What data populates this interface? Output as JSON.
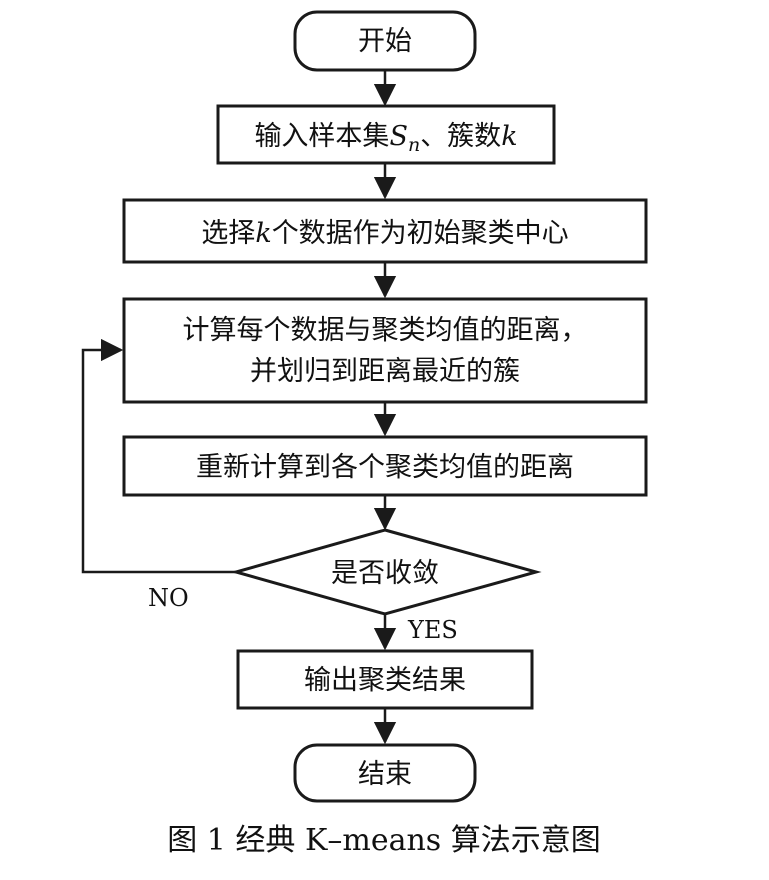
{
  "nodes": {
    "start": {
      "label": "开始"
    },
    "input": {
      "label_prefix": "输入样本集",
      "label_var": "S",
      "label_sub": "n",
      "label_mid": "、簇数",
      "label_var2": "k"
    },
    "select": {
      "label_prefix": "选择",
      "label_var": "k",
      "label_suffix": "个数据作为初始聚类中心"
    },
    "compute_line1": "计算每个数据与聚类均值的距离，",
    "compute_line2": "并划归到距离最近的簇",
    "recompute": {
      "label": "重新计算到各个聚类均值的距离"
    },
    "decision": {
      "label": "是否收敛"
    },
    "output": {
      "label": "输出聚类结果"
    },
    "end": {
      "label": "结束"
    }
  },
  "edge_labels": {
    "no": "NO",
    "yes": "YES"
  },
  "caption": "图 1  经典 K–means 算法示意图"
}
